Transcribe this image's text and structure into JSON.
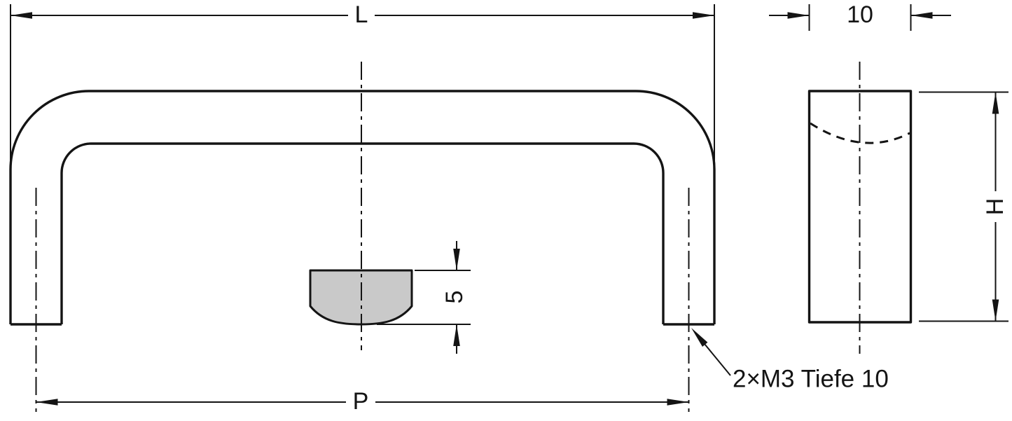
{
  "drawing": {
    "front_view": {
      "length_label": "L",
      "pitch_label": "P",
      "section_depth_label": "5",
      "thread_note": "2×M3 Tiefe 10"
    },
    "side_view": {
      "width_label": "10",
      "height_label": "H"
    },
    "colors": {
      "line": "#141414",
      "section_fill": "#c9c9c9",
      "background": "#ffffff"
    }
  }
}
